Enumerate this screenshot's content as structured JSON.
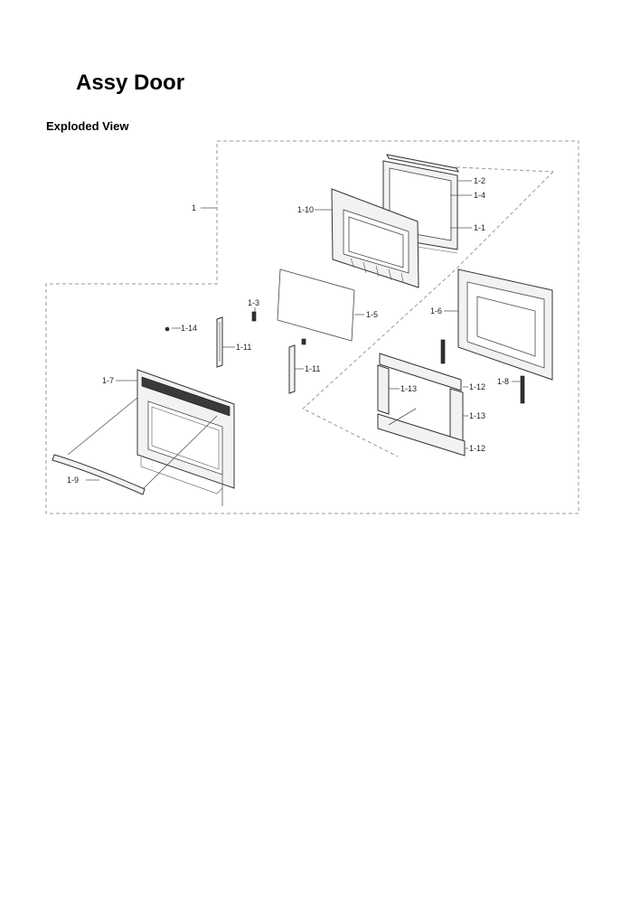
{
  "title": "Assy Door",
  "subtitle": "Exploded View",
  "parts": {
    "p1": "1",
    "p1_1": "1-1",
    "p1_2": "1-2",
    "p1_3": "1-3",
    "p1_4": "1-4",
    "p1_5": "1-5",
    "p1_6": "1-6",
    "p1_7": "1-7",
    "p1_8": "1-8",
    "p1_9": "1-9",
    "p1_10": "1-10",
    "p1_11": "1-11",
    "p1_12": "1-12",
    "p1_13": "1-13",
    "p1_14": "1-14"
  }
}
